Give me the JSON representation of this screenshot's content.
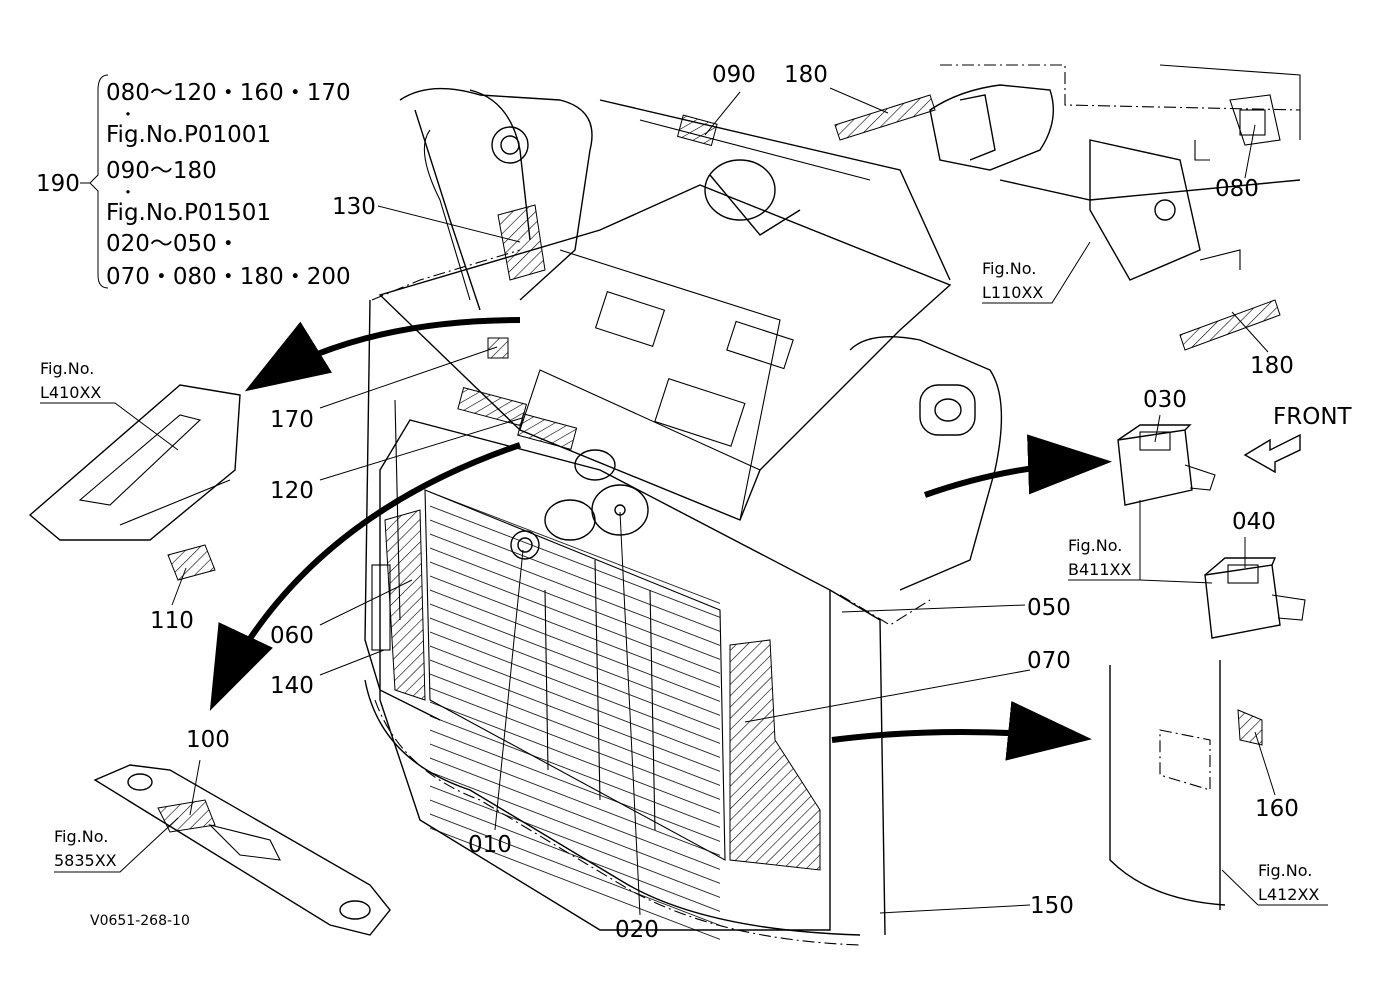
{
  "drawing_code": "V0651-268-10",
  "bracket_note": {
    "number": "190",
    "lines": [
      "080～120・160・170",
      "・",
      "Fig.No.P01001",
      "090～180",
      "・",
      "Fig.No.P01501",
      "020～050・",
      "070・080・180・200"
    ]
  },
  "fig_refs": {
    "fig_prefix": "Fig.No.",
    "l410": "L410XX",
    "l110": "L110XX",
    "b411": "B411XX",
    "d5835": "5835XX",
    "l412": "L412XX"
  },
  "front_label": "FRONT",
  "parts": {
    "p010": "010",
    "p020": "020",
    "p030": "030",
    "p040": "040",
    "p050": "050",
    "p060": "060",
    "p070": "070",
    "p080": "080",
    "p090": "090",
    "p100": "100",
    "p110": "110",
    "p120": "120",
    "p130": "130",
    "p140": "140",
    "p150": "150",
    "p160": "160",
    "p170": "170",
    "p180a": "180",
    "p180b": "180"
  }
}
